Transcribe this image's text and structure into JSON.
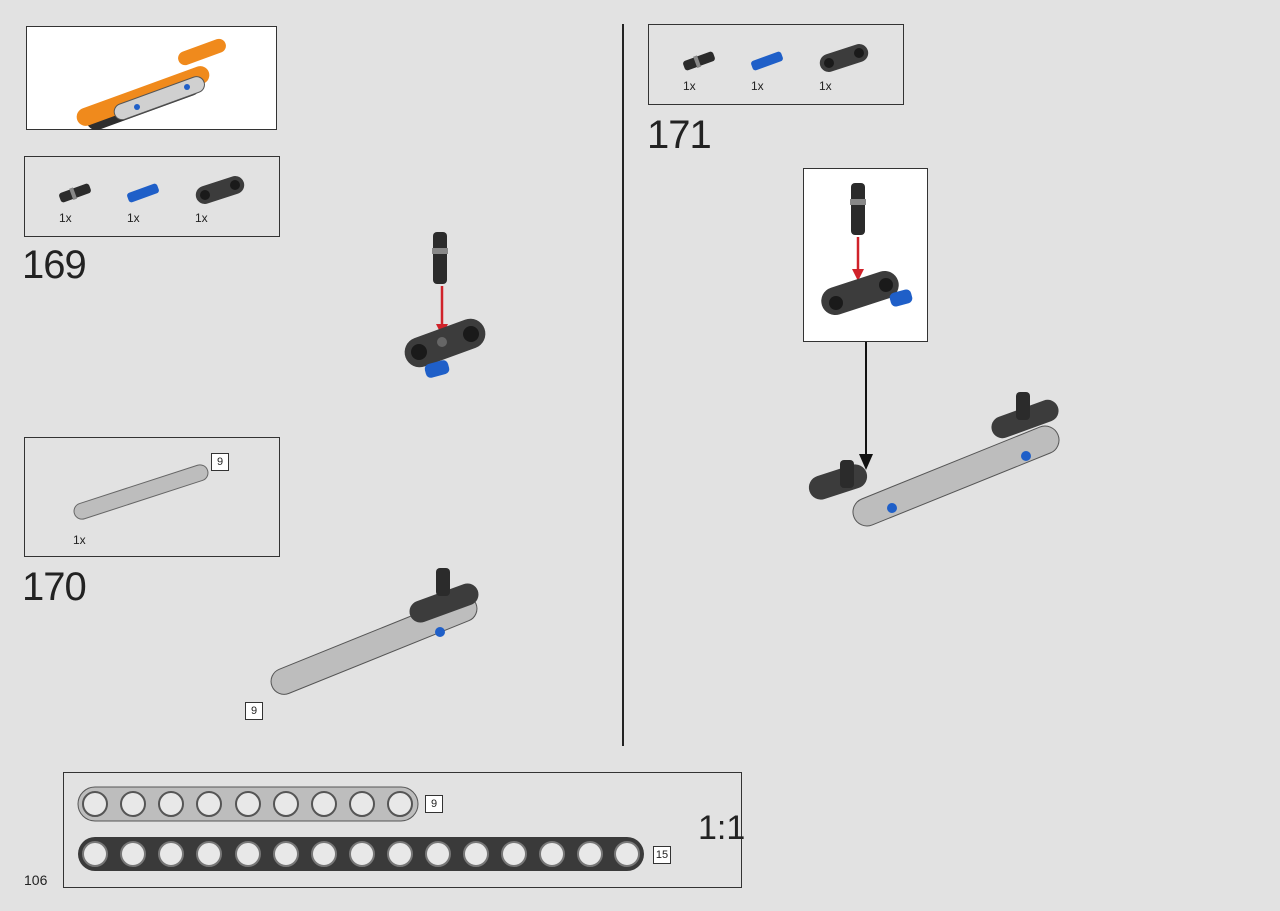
{
  "page": {
    "number": "106"
  },
  "steps": [
    {
      "number": "169",
      "parts": [
        {
          "name": "pin-long-black",
          "qty": "1x"
        },
        {
          "name": "pin-blue",
          "qty": "1x"
        },
        {
          "name": "connector-double-dark-gray",
          "qty": "1x"
        }
      ]
    },
    {
      "number": "170",
      "parts": [
        {
          "name": "beam-9-light-gray",
          "qty": "1x",
          "length": "9"
        }
      ],
      "callout_length": "9"
    },
    {
      "number": "171",
      "parts": [
        {
          "name": "pin-long-black",
          "qty": "1x"
        },
        {
          "name": "pin-blue",
          "qty": "1x"
        },
        {
          "name": "connector-double-dark-gray",
          "qty": "1x"
        }
      ]
    }
  ],
  "scale_reference": {
    "label": "1:1",
    "beams": [
      {
        "length": "9",
        "color": "#bdbdbd"
      },
      {
        "length": "15",
        "color": "#3a3a3a"
      }
    ]
  },
  "colors": {
    "orange": "#f08a1c",
    "blue": "#1f5fc8",
    "dark_gray": "#3c3c3c",
    "light_gray": "#bdbdbd",
    "arrow_red": "#d0222a"
  }
}
